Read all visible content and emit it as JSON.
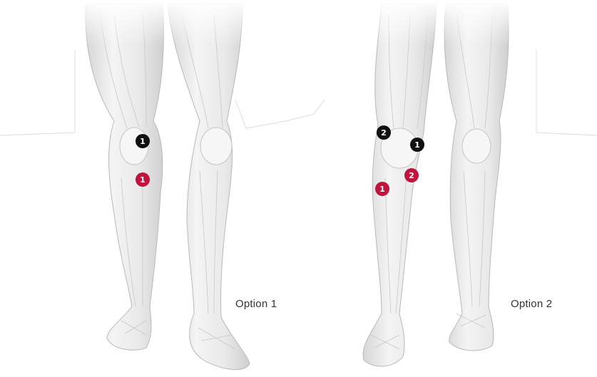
{
  "options": [
    {
      "label": "Option 1"
    },
    {
      "label": "Option 2"
    }
  ],
  "markers": {
    "option1": [
      {
        "number": "1",
        "color": "black"
      },
      {
        "number": "1",
        "color": "red"
      }
    ],
    "option2": [
      {
        "number": "2",
        "color": "black"
      },
      {
        "number": "1",
        "color": "black"
      },
      {
        "number": "2",
        "color": "red"
      },
      {
        "number": "1",
        "color": "red"
      }
    ]
  },
  "colors": {
    "marker_black": "#111111",
    "marker_red": "#c0143c",
    "muscle_fill": "#ececec",
    "muscle_stroke": "#b9b9b9",
    "label_text": "#333333"
  }
}
